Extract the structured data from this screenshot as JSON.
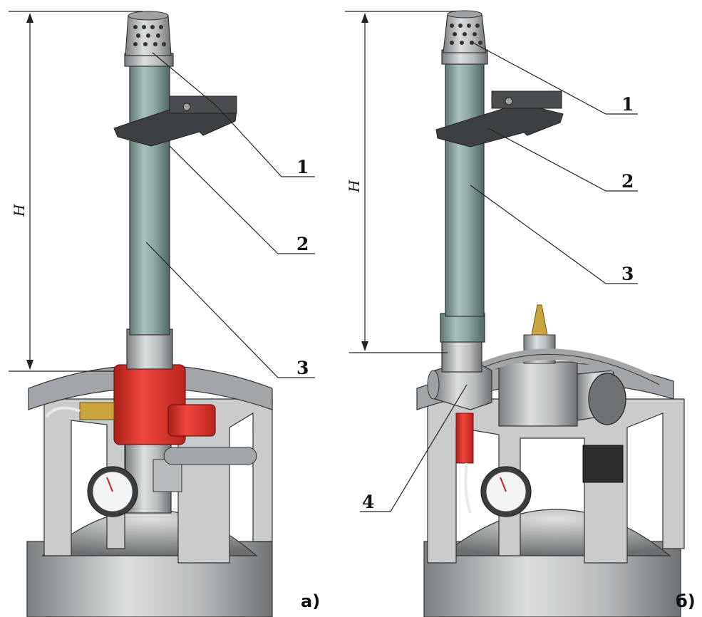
{
  "panel_a": {
    "dimension": "H",
    "callouts": [
      "1",
      "2",
      "3"
    ],
    "caption": "а)"
  },
  "panel_b": {
    "dimension": "H",
    "callouts": [
      "1",
      "2",
      "3",
      "4"
    ],
    "caption": "б)"
  },
  "colors": {
    "pipe": "#8fa9a6",
    "pipe_dark": "#5f7775",
    "steel": "#b9bcbe",
    "steel_dark": "#6e7274",
    "valve_red": "#e0332a",
    "gauge_face": "#f4f4f4",
    "line": "#222222"
  }
}
